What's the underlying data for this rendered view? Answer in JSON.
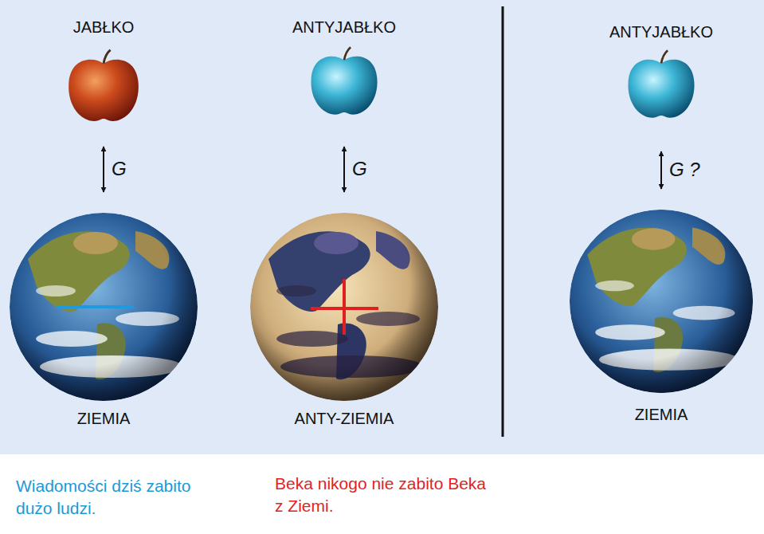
{
  "diagram": {
    "nodes": [
      {
        "text": [
          "JABŁKO"
        ]
      },
      {
        "text": [
          "ZIEMIA"
        ]
      },
      {
        "text": [
          "ANTYJABŁKO"
        ]
      },
      {
        "text": [
          "ANTY-ZIEMIA"
        ]
      },
      {
        "text": [
          "ANTYJABŁKO"
        ]
      },
      {
        "text": [
          "ZIEMIA"
        ]
      }
    ],
    "edges": [
      {
        "from": 0,
        "to": 1,
        "label": "G",
        "arrow": "both"
      },
      {
        "from": 2,
        "to": 3,
        "label": "G",
        "arrow": "both"
      },
      {
        "from": 4,
        "to": 5,
        "label": "G ?",
        "arrow": "both"
      }
    ],
    "labels": [
      "Wiadomości dziś zabito dużo ludzi.",
      "Beka nikogo nie zabito Beka z Ziemi."
    ]
  }
}
